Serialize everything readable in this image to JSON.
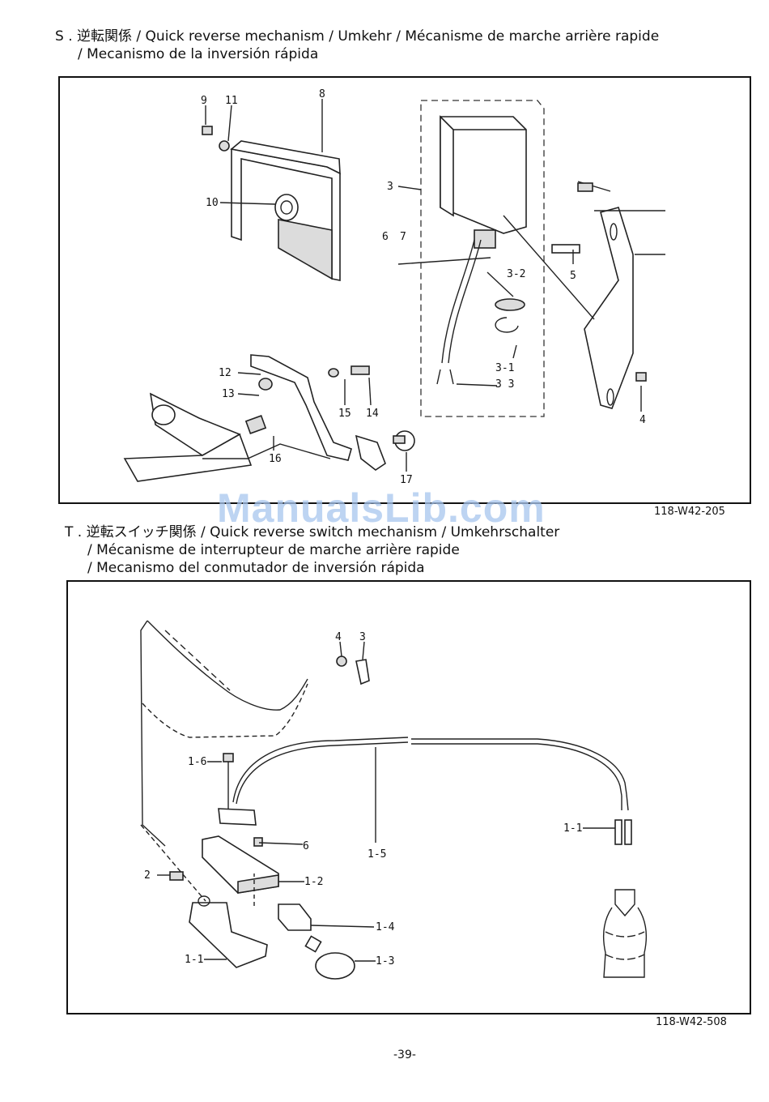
{
  "section_s": {
    "heading_line1": "S . 逆転関係 / Quick reverse mechanism / Umkehr / Mécanisme de marche arrière rapide",
    "heading_line2": "/ Mecanismo de la inversión rápida",
    "code": "118-W42-205",
    "labels": {
      "l9": "9",
      "l11": "11",
      "l8": "8",
      "l10": "10",
      "l3": "3",
      "l6": "6",
      "l7": "7",
      "l5": "5",
      "l3_2": "3-2",
      "l3_1": "3-1",
      "l3_3": "3 3",
      "l4": "4",
      "l12": "12",
      "l13": "13",
      "l15": "15",
      "l14": "14",
      "l16": "16",
      "l17": "17"
    }
  },
  "section_t": {
    "heading_line1": "T . 逆転スイッチ関係 / Quick reverse switch mechanism / Umkehrschalter",
    "heading_line2": "/ Mécanisme de interrupteur de marche arrière rapide",
    "heading_line3": "/ Mecanismo del conmutador de inversión rápida",
    "code": "118-W42-508",
    "labels": {
      "l4": "4",
      "l3": "3",
      "l1_6": "1-6",
      "l6": "6",
      "l1_5": "1-5",
      "l1_1a": "1-1",
      "l2": "2",
      "l1_2": "1-2",
      "l1_4": "1-4",
      "l1_1b": "1-1",
      "l1_3": "1-3"
    }
  },
  "watermark": "ManualsLib.com",
  "page_number": "-39-"
}
